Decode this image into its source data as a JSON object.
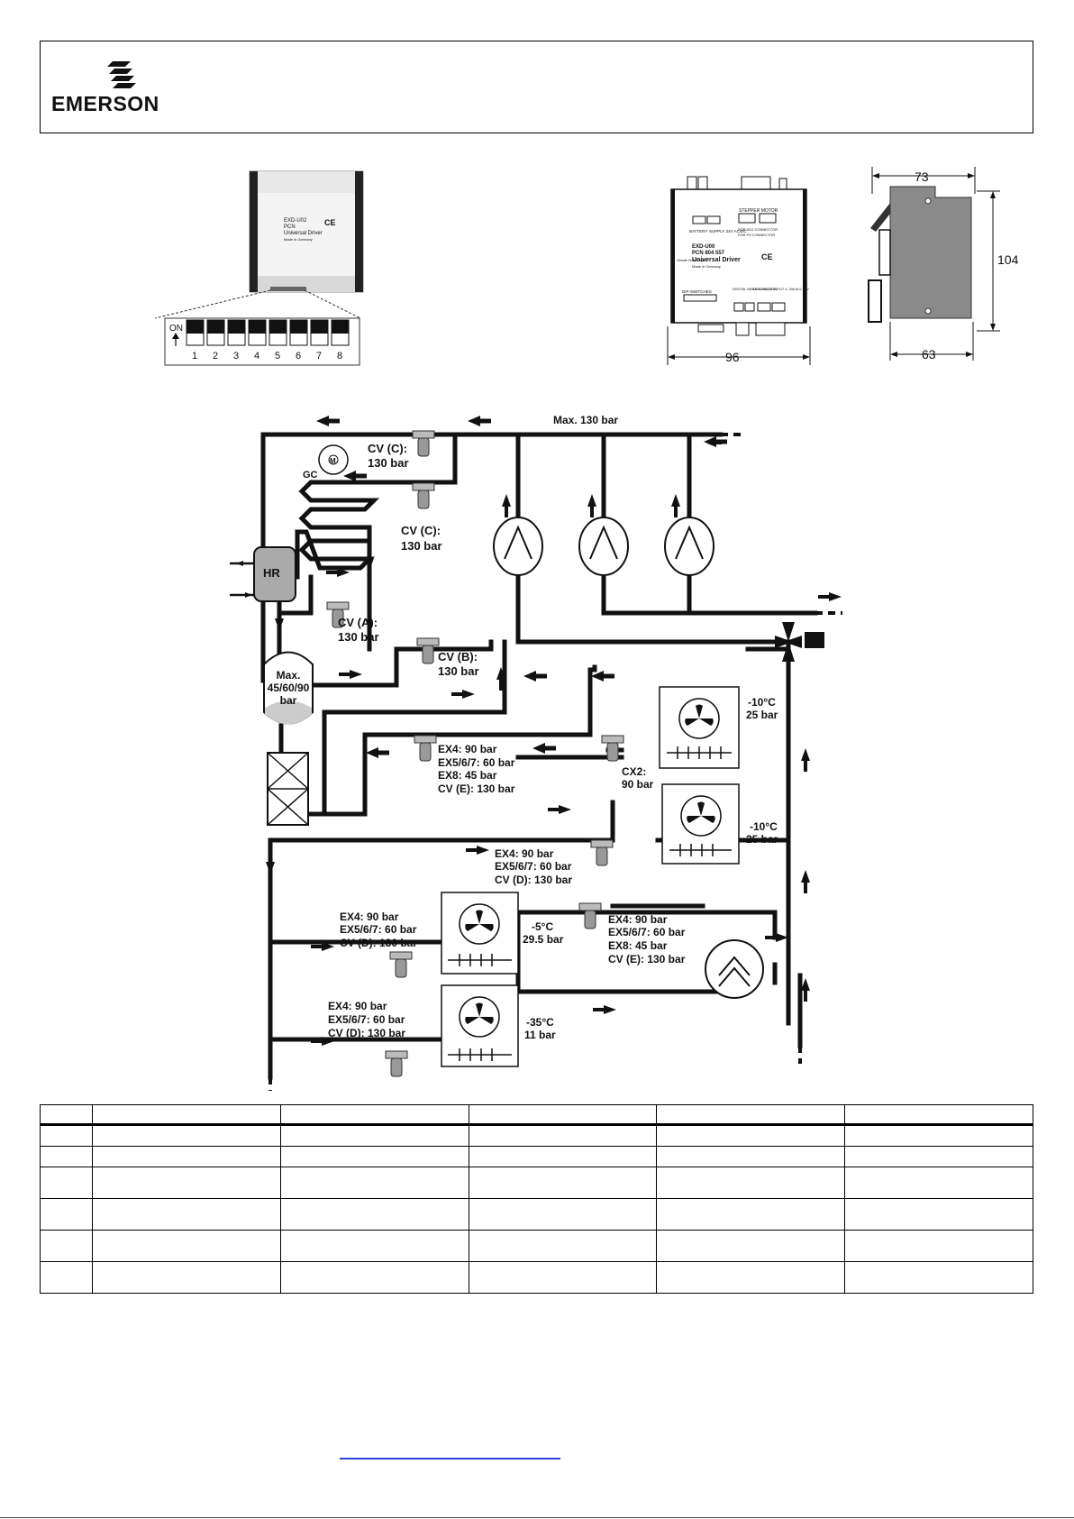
{
  "brand": {
    "logo_text": "EMERSON"
  },
  "product_photo": {
    "label_lines": [
      "EXD-U02",
      "PCN",
      "Universal Driver",
      "Made in Germany"
    ],
    "ce_mark": "CE",
    "dip_on_label": "ON",
    "dip_numbers": [
      "1",
      "2",
      "3",
      "4",
      "5",
      "6",
      "7",
      "8"
    ]
  },
  "front_drawing": {
    "model": "EXD-U00",
    "pcn": "PCN 804 557",
    "product_name": "Universal Driver",
    "made_in": "Made in Germany",
    "company": "Climate Technologies",
    "ce_mark": "CE",
    "stepper_label": "STEPPER MOTOR",
    "supply_label": "SUPPLY 24V AC/DC",
    "battery_label": "BATTERY",
    "connector_label_m12": "FOR M12 CONNECTOR",
    "connector_label_p3": "FOR P3 CONNECTOR",
    "dip_label": "DIP-SWITCHES",
    "digital_input_label": "DIGITAL INPUT 24VAC/DC",
    "analogue_input_label": "ANALOGUE INPUT 4..20mA 0-10V",
    "width_dim": "96"
  },
  "side_drawing": {
    "top_dim": "73",
    "height_dim": "104",
    "bottom_dim": "63"
  },
  "schematic": {
    "max_pressure": "Max. 130 bar",
    "gc_label": "GC",
    "fan_motor_label": "M",
    "hr_label": "HR",
    "receiver_label": [
      "Max.",
      "45/60/90",
      "bar"
    ],
    "cv_c_top": [
      "CV (C):",
      "130 bar"
    ],
    "cv_c_mid": [
      "CV (C):",
      "130 bar"
    ],
    "cv_a": [
      "CV (A):",
      "130 bar"
    ],
    "cv_b": [
      "CV (B):",
      "130 bar"
    ],
    "ex_block_1": [
      "EX4: 90 bar",
      "EX5/6/7: 60 bar",
      "EX8: 45 bar",
      "CV (E): 130 bar"
    ],
    "cx2": [
      "CX2:",
      "90 bar"
    ],
    "evap_1": [
      "-10°C",
      "25 bar"
    ],
    "evap_2": [
      "-10°C",
      "25 bar"
    ],
    "ex_block_2": [
      "EX4: 90 bar",
      "EX5/6/7: 60 bar",
      "CV (D): 130 bar"
    ],
    "ex_block_3": [
      "EX4: 90 bar",
      "EX5/6/7: 60 bar",
      "CV (D): 130 bar"
    ],
    "evap_3": [
      "-5°C",
      "29.5 bar"
    ],
    "ex_block_4": [
      "EX4: 90 bar",
      "EX5/6/7: 60 bar",
      "EX8: 45 bar",
      "CV (E): 130 bar"
    ],
    "ex_block_5": [
      "EX4: 90 bar",
      "EX5/6/7: 60 bar",
      "CV (D): 130 bar"
    ],
    "evap_4": [
      "-35°C",
      "11 bar"
    ]
  }
}
